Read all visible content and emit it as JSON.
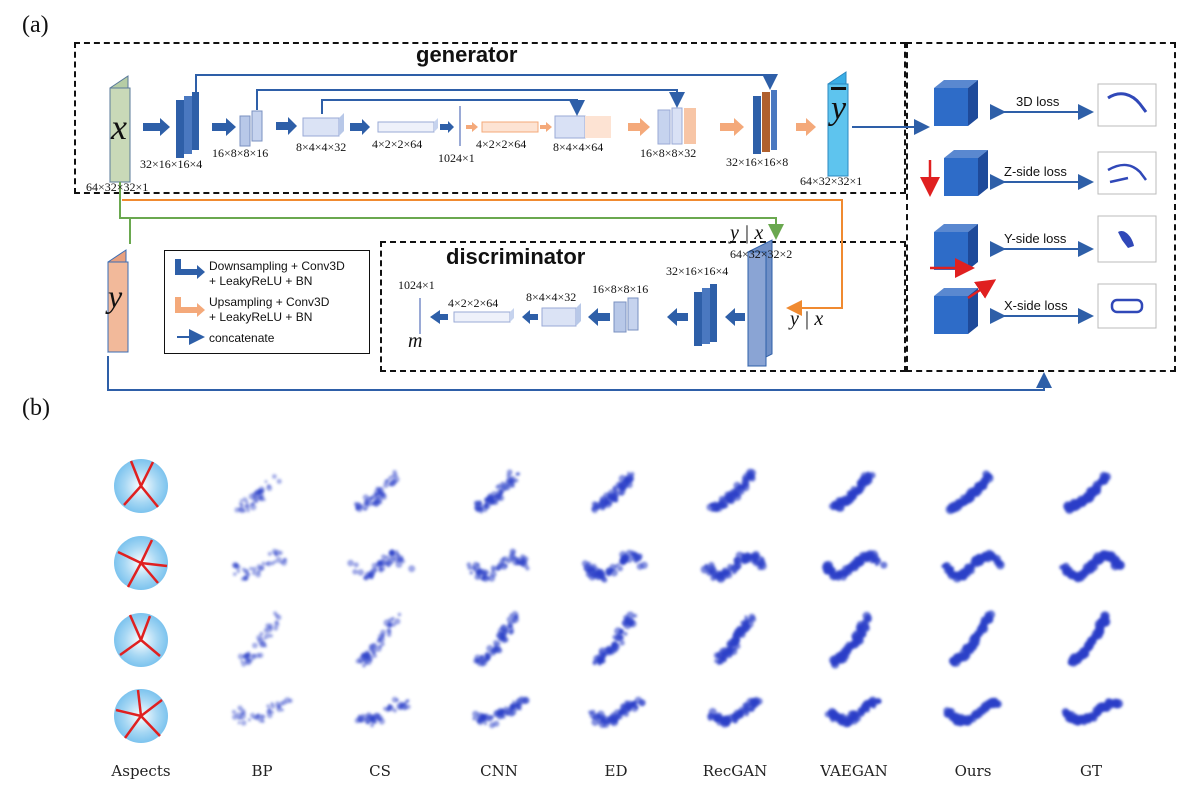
{
  "panel_a_label": "(a)",
  "panel_b_label": "(b)",
  "generator": {
    "title": "generator",
    "input_symbol": "x",
    "output_symbol": "y",
    "dims": {
      "input": "64×32×32×1",
      "enc1": "32×16×16×4",
      "enc2": "16×8×8×16",
      "enc3": "8×4×4×32",
      "enc4": "4×2×2×64",
      "bottleneck": "1024×1",
      "dec1": "4×2×2×64",
      "dec2": "8×4×4×64",
      "dec3": "16×8×8×32",
      "dec4": "32×16×16×8",
      "output": "64×32×32×1"
    }
  },
  "discriminator": {
    "title": "discriminator",
    "input_real": "y | x",
    "input_fake": "y | x",
    "output_symbol": "m",
    "dims": {
      "input": "64×32×32×2",
      "l1": "32×16×16×4",
      "l2": "16×8×8×16",
      "l3": "8×4×4×32",
      "l4": "4×2×2×64",
      "l5": "1024×1"
    }
  },
  "target_symbol": "y",
  "legend": {
    "down": "Downsampling + Conv3D\n+ LeakyReLU + BN",
    "up": "Upsampling + Conv3D\n+ LeakyReLU + BN",
    "concat": "concatenate"
  },
  "losses": [
    "3D loss",
    "Z-side loss",
    "Y-side loss",
    "X-side loss"
  ],
  "methods": [
    "Aspects",
    "BP",
    "CS",
    "CNN",
    "ED",
    "RecGAN",
    "VAEGAN",
    "Ours",
    "GT"
  ],
  "colors": {
    "down_blue": "#2e5fa8",
    "up_orange": "#f4a97a",
    "input_green": "#c9d9b8",
    "target_orange": "#f2b99a",
    "output_cyan": "#5ec4ee",
    "red_arrow": "#e02020",
    "green_line": "#6aa84f",
    "orange_line": "#f08a30"
  }
}
